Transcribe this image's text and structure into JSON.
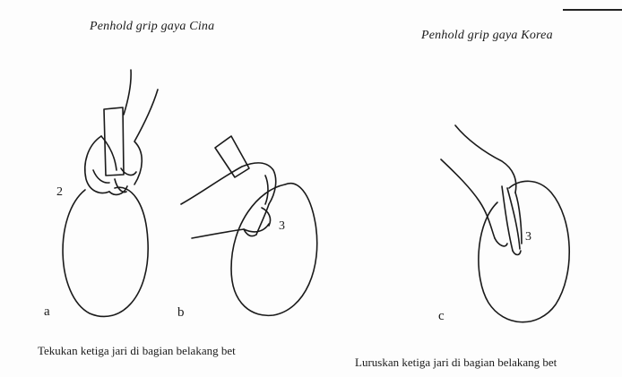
{
  "titles": {
    "left": "Penhold grip gaya Cina",
    "right": "Penhold grip gaya Korea"
  },
  "captions": {
    "left": "Tekukan ketiga jari di bagian belakang bet",
    "right": "Luruskan ketiga jari di bagian belakang bet"
  },
  "figure_labels": {
    "a": "a",
    "b": "b",
    "c": "c"
  },
  "finger_numbers": {
    "fig_a": "2",
    "fig_b": "3",
    "fig_c": "3"
  }
}
